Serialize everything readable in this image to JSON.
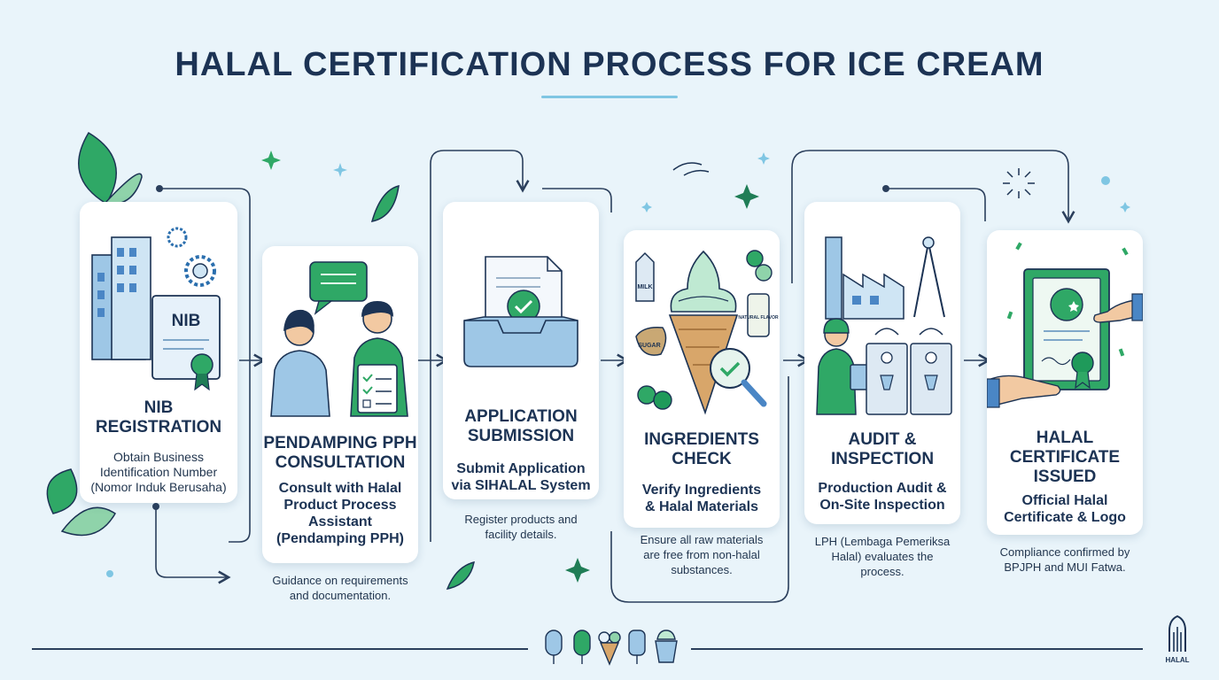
{
  "title": "HALAL CERTIFICATION PROCESS FOR ICE CREAM",
  "colors": {
    "navy": "#1c3354",
    "green": "#2fa866",
    "blue": "#4a86c5",
    "light": "#e9f4fa"
  },
  "steps": [
    {
      "title": "NIB\nREGISTRATION",
      "subtitle": "Obtain Business Identification Number (Nomor Induk Berusaha)",
      "description": "",
      "icon": "building-nib-certificate-icon"
    },
    {
      "title": "PENDAMPING PPH\nCONSULTATION",
      "subtitle": "Consult with Halal Product Process Assistant (Pendamping PPH)",
      "description": "Guidance on requirements\nand documentation.",
      "icon": "consultation-people-icon"
    },
    {
      "title": "APPLICATION\nSUBMISSION",
      "subtitle": "Submit Application\nvia SIHALAL System",
      "description": "Register products and\nfacility details.",
      "icon": "document-inbox-check-icon"
    },
    {
      "title": "INGREDIENTS\nCHECK",
      "subtitle": "Verify Ingredients\n& Halal Materials",
      "description": "Ensure all raw materials\nare free from non-halal\nsubstances.",
      "icon": "ice-cream-magnifier-icon",
      "labels": [
        "MILK",
        "SUGAR",
        "NATURAL FLAVOR"
      ]
    },
    {
      "title": "AUDIT &\nINSPECTION",
      "subtitle": "Production Audit &\nOn-Site Inspection",
      "description": "LPH (Lembaga Pemeriksa\nHalal) evaluates the\nprocess.",
      "icon": "factory-inspector-icon"
    },
    {
      "title": "HALAL\nCERTIFICATE\nISSUED",
      "subtitle": "Official Halal\nCertificate & Logo",
      "description": "Compliance confirmed by\nBPJPH and MUI Fatwa.",
      "icon": "halal-certificate-hands-icon"
    }
  ],
  "logo": {
    "text": "HALAL"
  }
}
